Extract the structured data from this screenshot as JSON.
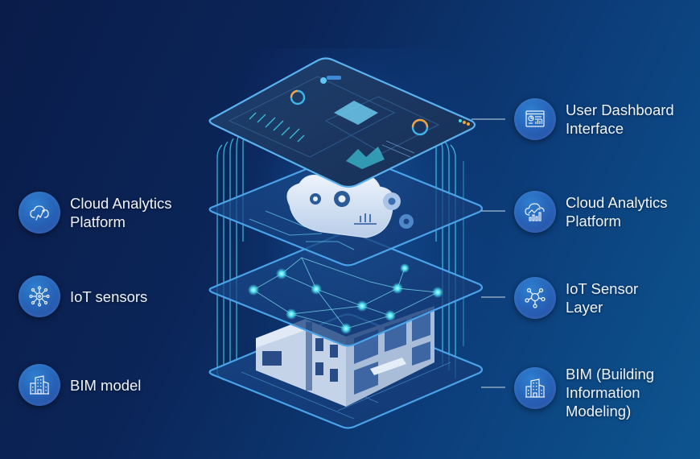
{
  "diagram": {
    "type": "layered-architecture",
    "colors": {
      "background_left": "#0a1c4a",
      "background_right": "#0d558f",
      "accent_cyan": "#3fd9f0",
      "panel_edge": "#4aa3e8",
      "icon_circle": "#2763b8",
      "text": "#eef3fb"
    },
    "left_labels": [
      {
        "icon": "cloud-analytics-icon",
        "text": "Cloud Analytics\nPlatform"
      },
      {
        "icon": "iot-sensors-icon",
        "text": "IoT sensors"
      },
      {
        "icon": "building-icon",
        "text": "BIM model"
      }
    ],
    "right_labels": [
      {
        "icon": "dashboard-icon",
        "text": "User Dashboard\nInterface"
      },
      {
        "icon": "cloud-chart-icon",
        "text": "Cloud Analytics\nPlatform"
      },
      {
        "icon": "network-node-icon",
        "text": "IoT Sensor\nLayer"
      },
      {
        "icon": "building-icon",
        "text": "BIM (Building\nInformation\nModeling)"
      }
    ],
    "layers": [
      {
        "name": "User Dashboard Interface",
        "content": "dashboard-panels"
      },
      {
        "name": "Cloud Analytics Platform",
        "content": "cloud-with-gears"
      },
      {
        "name": "IoT Sensor Layer",
        "content": "sensor-network"
      },
      {
        "name": "BIM",
        "content": "building-model"
      }
    ]
  }
}
